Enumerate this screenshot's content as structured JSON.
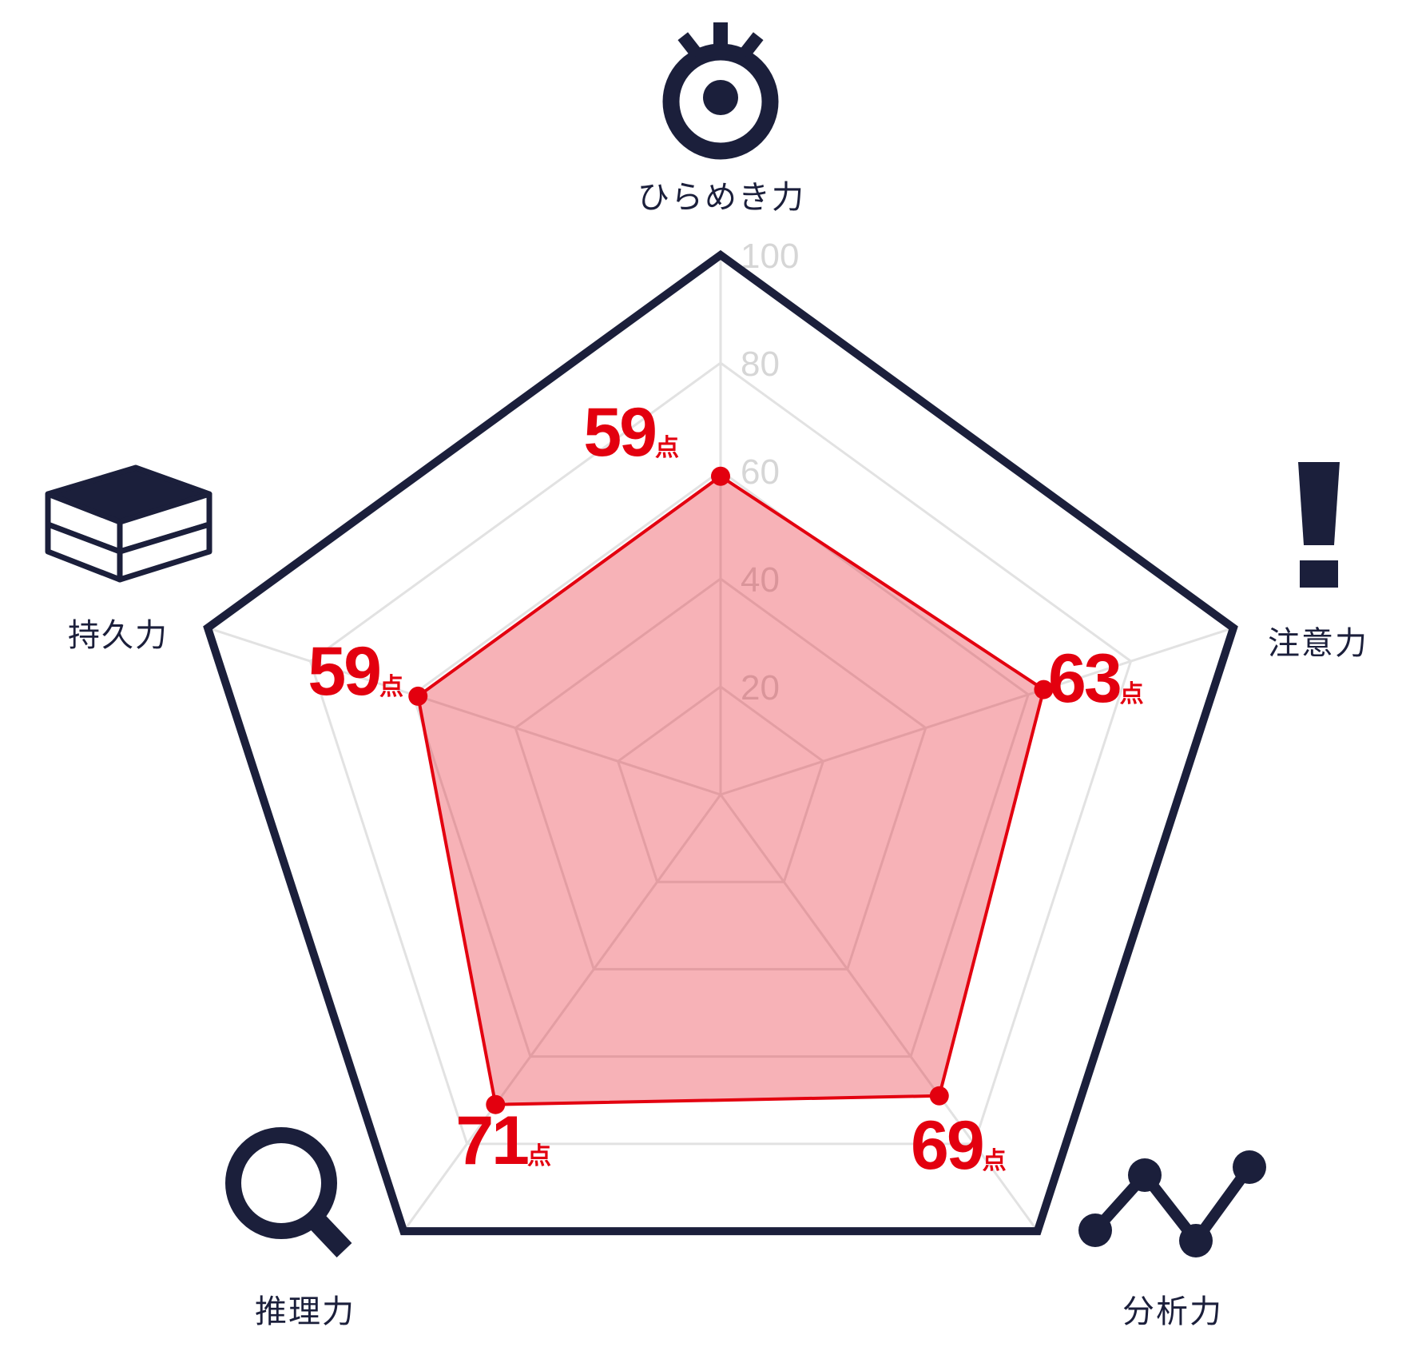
{
  "chart_data": {
    "type": "radar",
    "axes": [
      "ひらめき力",
      "注意力",
      "分析力",
      "推理力",
      "持久力"
    ],
    "axis_icons": [
      "eye-icon",
      "exclamation-icon",
      "line-chart-icon",
      "magnifier-icon",
      "book-stack-icon"
    ],
    "values": [
      59,
      63,
      69,
      71,
      59
    ],
    "value_unit": "点",
    "rlim": [
      0,
      100
    ],
    "ticks": [
      20,
      40,
      60,
      80,
      100
    ],
    "tick_labels": [
      "20",
      "40",
      "60",
      "80",
      "100"
    ],
    "grid": true,
    "colors": {
      "outline": "#1b1f3b",
      "grid": "#e2e2e2",
      "series_line": "#e3000f",
      "series_fill": "#e3000f",
      "series_fill_opacity": 0.3,
      "tick_text": "#d6d6d6",
      "icon": "#1b1f3b"
    }
  }
}
